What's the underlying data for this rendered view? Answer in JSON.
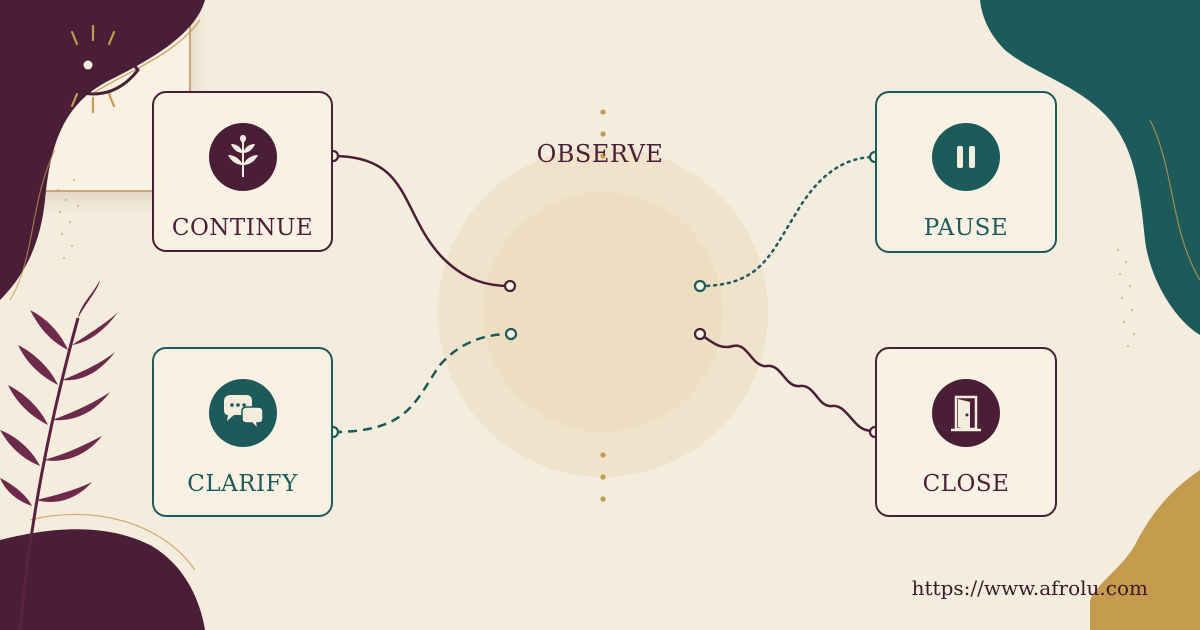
{
  "nodes": {
    "center": {
      "label": "OBSERVE",
      "icon": "eye-icon"
    },
    "continue": {
      "label": "CONTINUE",
      "icon": "plant-icon"
    },
    "clarify": {
      "label": "CLARIFY",
      "icon": "chat-bubbles-icon"
    },
    "pause": {
      "label": "PAUSE",
      "icon": "pause-icon"
    },
    "close": {
      "label": "CLOSE",
      "icon": "door-icon"
    }
  },
  "footer": {
    "url": "https://www.afrolu.com"
  },
  "colors": {
    "plum": "#4a1e36",
    "teal": "#1d5a5a",
    "gold": "#c49a4c",
    "cream": "#f4ecdd"
  }
}
